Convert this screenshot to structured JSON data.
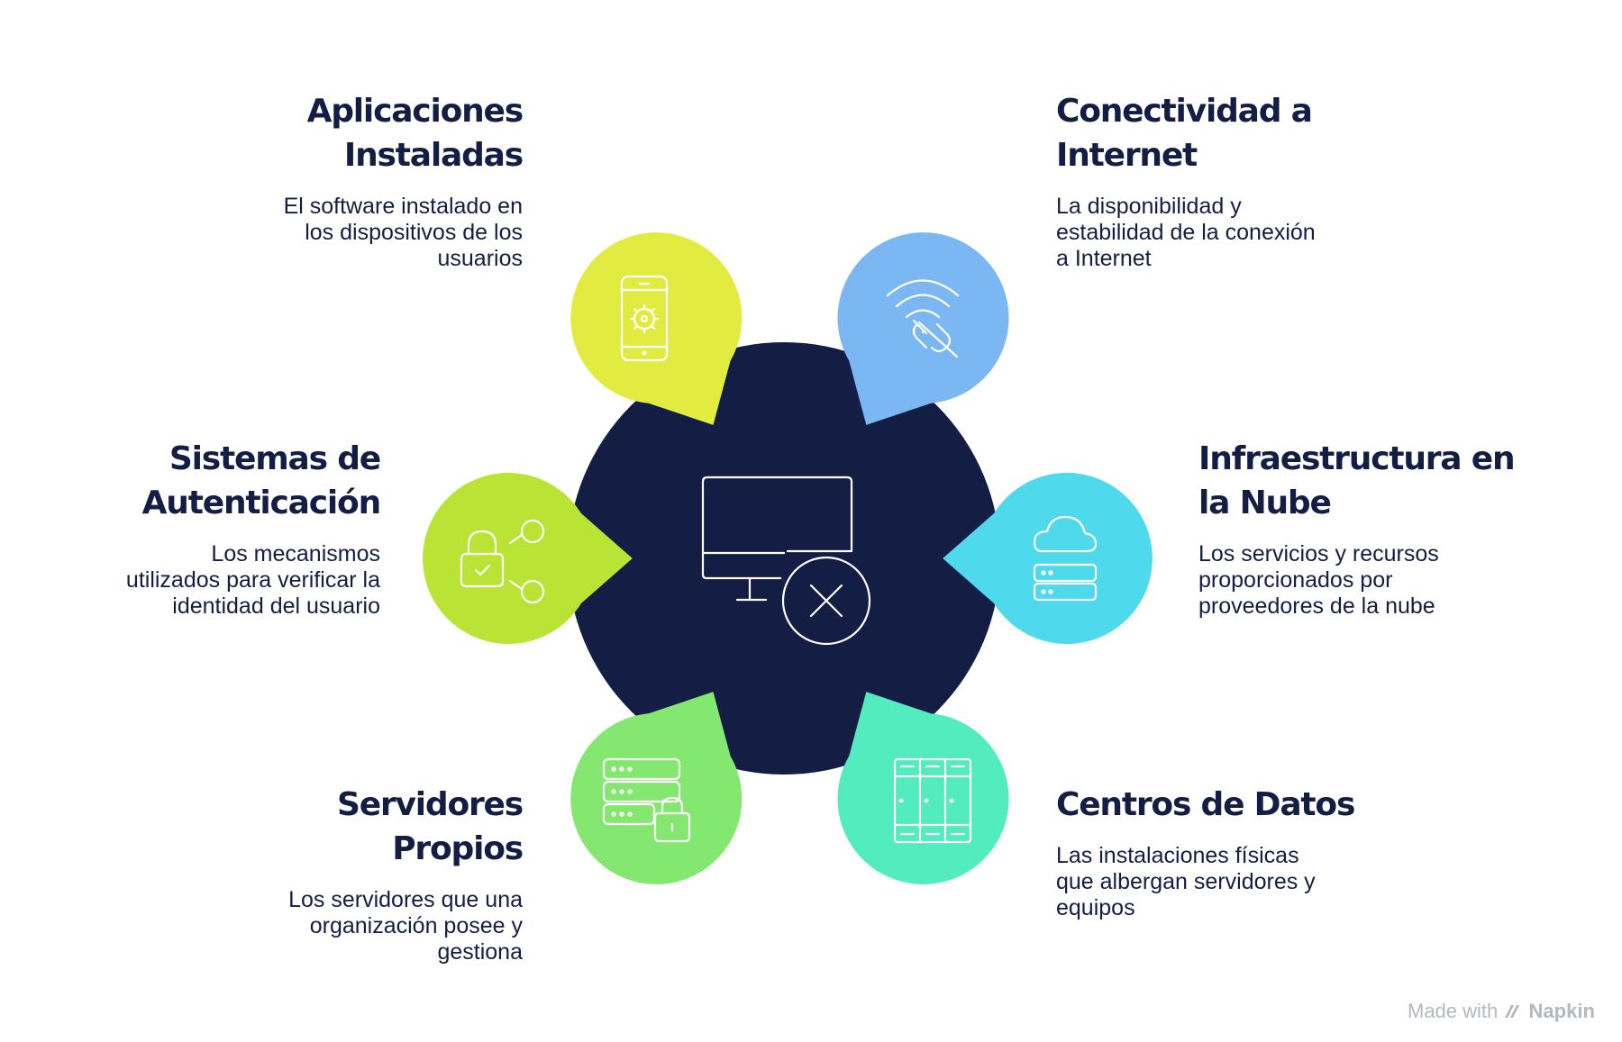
{
  "colors": {
    "hub": "#141e45",
    "apps": "#e2ec40",
    "internet": "#7bb8f3",
    "auth": "#b9e436",
    "cloud": "#4ed9ec",
    "servers": "#84e870",
    "datacenters": "#52ecbe",
    "text": "#141e45"
  },
  "center": {
    "icon": "monitor-error-icon"
  },
  "nodes": [
    {
      "id": "apps",
      "title": "Aplicaciones Instaladas",
      "title_lines": [
        "Aplicaciones",
        "Instaladas"
      ],
      "description_lines": [
        "El software instalado en",
        "los dispositivos de los",
        "usuarios"
      ],
      "icon": "mobile-gear-icon"
    },
    {
      "id": "internet",
      "title": "Conectividad a Internet",
      "title_lines": [
        "Conectividad a",
        "Internet"
      ],
      "description_lines": [
        "La disponibilidad y",
        "estabilidad de la conexión",
        "a Internet"
      ],
      "icon": "wifi-broken-link-icon"
    },
    {
      "id": "auth",
      "title": "Sistemas de Autenticación",
      "title_lines": [
        "Sistemas de",
        "Autenticación"
      ],
      "description_lines": [
        "Los mecanismos",
        "utilizados para verificar la",
        "identidad del usuario"
      ],
      "icon": "lock-share-icon"
    },
    {
      "id": "cloud",
      "title": "Infraestructura en la Nube",
      "title_lines": [
        "Infraestructura en",
        "la Nube"
      ],
      "description_lines": [
        "Los servicios y recursos",
        "proporcionados por",
        "proveedores de la nube"
      ],
      "icon": "cloud-server-icon"
    },
    {
      "id": "servers",
      "title": "Servidores Propios",
      "title_lines": [
        "Servidores",
        "Propios"
      ],
      "description_lines": [
        "Los servidores que una",
        "organización posee y",
        "gestiona"
      ],
      "icon": "server-lock-icon"
    },
    {
      "id": "datacenters",
      "title": "Centros de Datos",
      "title_lines": [
        "Centros de Datos"
      ],
      "description_lines": [
        "Las instalaciones físicas",
        "que albergan servidores y",
        "equipos"
      ],
      "icon": "server-racks-icon"
    }
  ],
  "credit": {
    "prefix": "Made with",
    "brand": "Napkin",
    "icon": "napkin-logo-icon"
  }
}
